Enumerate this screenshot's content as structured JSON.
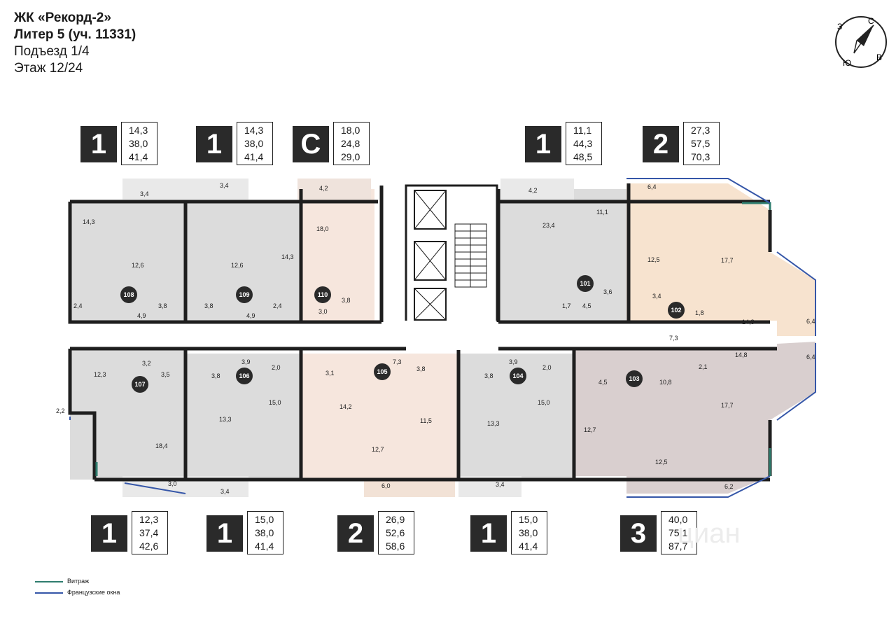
{
  "header": {
    "complex": "ЖК «Рекорд-2»",
    "building": "Литер 5 (уч. 11331)",
    "entrance": "Подъезд 1/4",
    "floor": "Этаж 12/24"
  },
  "compass": {
    "n": "С",
    "s": "Ю",
    "e": "В",
    "w": "З"
  },
  "top_units": [
    {
      "type": "1",
      "areas": [
        "14,3",
        "38,0",
        "41,4"
      ]
    },
    {
      "type": "1",
      "areas": [
        "14,3",
        "38,0",
        "41,4"
      ]
    },
    {
      "type": "С",
      "areas": [
        "18,0",
        "24,8",
        "29,0"
      ]
    },
    {
      "type": "1",
      "areas": [
        "11,1",
        "44,3",
        "48,5"
      ]
    },
    {
      "type": "2",
      "areas": [
        "27,3",
        "57,5",
        "70,3"
      ]
    }
  ],
  "bottom_units": [
    {
      "type": "1",
      "areas": [
        "12,3",
        "37,4",
        "42,6"
      ]
    },
    {
      "type": "1",
      "areas": [
        "15,0",
        "38,0",
        "41,4"
      ]
    },
    {
      "type": "2",
      "areas": [
        "26,9",
        "52,6",
        "58,6"
      ]
    },
    {
      "type": "1",
      "areas": [
        "15,0",
        "38,0",
        "41,4"
      ]
    },
    {
      "type": "3",
      "areas": [
        "40,0",
        "75,1",
        "87,7"
      ]
    }
  ],
  "apartment_numbers": [
    "108",
    "109",
    "110",
    "101",
    "102",
    "107",
    "106",
    "105",
    "104",
    "103"
  ],
  "room_labels": {
    "a108": [
      "3,4",
      "14,3",
      "12,6",
      "2,4",
      "3,8",
      "4,9"
    ],
    "a109": [
      "3,4",
      "12,6",
      "14,3",
      "3,8",
      "2,4",
      "4,9"
    ],
    "a110": [
      "4,2",
      "18,0",
      "3,0",
      "3,8"
    ],
    "a101": [
      "4,2",
      "23,4",
      "11,1",
      "3,6",
      "1,7",
      "4,5"
    ],
    "a102": [
      "6,4",
      "17,7",
      "12,5",
      "3,4",
      "1,8",
      "14,8",
      "6,4",
      "7,3"
    ],
    "a107": [
      "12,3",
      "3,2",
      "3,5",
      "2,2",
      "18,4",
      "3,0"
    ],
    "a106": [
      "3,9",
      "2,0",
      "3,8",
      "13,3",
      "15,0",
      "3,4"
    ],
    "a105": [
      "7,3",
      "3,8",
      "3,1",
      "14,2",
      "11,5",
      "12,7",
      "6,0"
    ],
    "a104": [
      "3,9",
      "2,0",
      "3,8",
      "13,3",
      "15,0",
      "3,4"
    ],
    "a103": [
      "4,5",
      "10,8",
      "2,1",
      "14,8",
      "6,4",
      "12,7",
      "12,5",
      "17,7",
      "6,2"
    ]
  },
  "legend": {
    "items": [
      {
        "label": "Витраж",
        "color": "#2f7d6e"
      },
      {
        "label": "Французские окна",
        "color": "#3556a8"
      }
    ]
  },
  "colors": {
    "grey_apartment": "#dcdcdc",
    "pink_apartment": "#f6e6dd",
    "warm_apartment": "#f7e3cf",
    "mauve_apartment": "#d9cfcf",
    "wall": "#1e1e1e",
    "badge": "#2a2a2a"
  },
  "watermark": "циан"
}
